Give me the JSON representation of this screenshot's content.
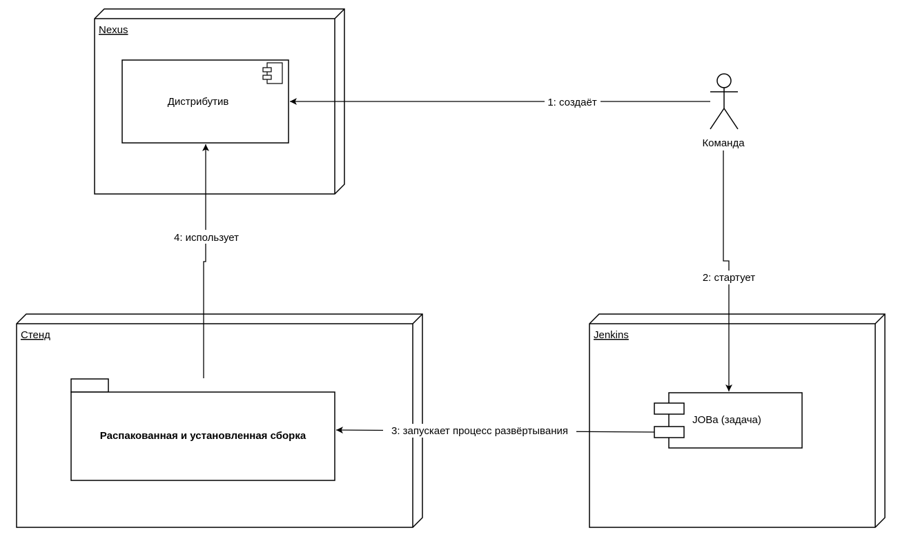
{
  "nodes": {
    "nexus": {
      "title": "Nexus"
    },
    "stand": {
      "title": "Стенд"
    },
    "jenkins": {
      "title": "Jenkins"
    }
  },
  "components": {
    "distributive": "Дистрибутив",
    "job": "JOBa (задача)"
  },
  "package": {
    "label": "Распакованная и установленная сборка"
  },
  "actor": {
    "label": "Команда"
  },
  "edges": {
    "e1": "1: создаёт",
    "e2": "2: стартует",
    "e3": "3: запускает процесс развёртывания",
    "e4": "4: использует"
  }
}
